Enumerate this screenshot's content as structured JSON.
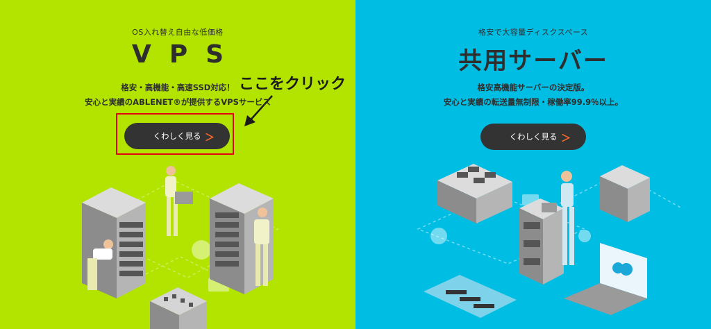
{
  "vps": {
    "eyebrow": "OS入れ替え自由な低価格",
    "title": "VPS",
    "desc_line1": "格安・高機能・高速SSD対応！",
    "desc_line2": "安心と実績のABLENET®が提供するVPSサービス",
    "cta_label": "くわしく見る",
    "chevron": "＞",
    "bg_color": "#b3e400"
  },
  "shared": {
    "eyebrow": "格安で大容量ディスクスペース",
    "title": "共用サーバー",
    "desc_line1": "格安高機能サーバーの決定版。",
    "desc_line2": "安心と実績の転送量無制限・稼働率99.9％以上。",
    "cta_label": "くわしく見る",
    "chevron": "＞",
    "bg_color": "#00bde3"
  },
  "annotation": {
    "callout_text": "ここをクリック",
    "highlight_color": "#e60012"
  },
  "icons": [
    "server-rack-icon",
    "technician-icon",
    "laptop-icon",
    "cloud-upload-icon",
    "arrow-icon"
  ]
}
